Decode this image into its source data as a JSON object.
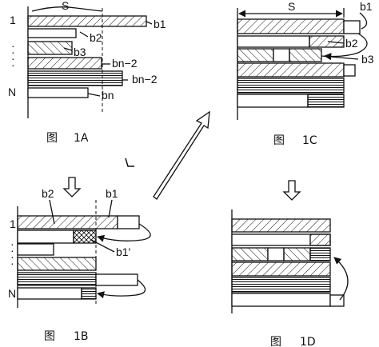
{
  "fig_1a": {
    "caption_char": "图",
    "caption_label": "1A",
    "width_label": "S",
    "row_top": "1",
    "row_bottom": "N",
    "labels": {
      "b1": "b1",
      "b2": "b2",
      "b3": "b3",
      "bn2a": "bn−2",
      "bn2b": "bn−2",
      "bn": "bn"
    }
  },
  "fig_1b": {
    "caption_char": "图",
    "caption_label": "1B",
    "row_top": "1",
    "row_bottom": "N",
    "labels": {
      "b2": "b2",
      "b1": "b1",
      "b1p": "b1'"
    }
  },
  "fig_1c": {
    "caption_char": "图",
    "caption_label": "1C",
    "width_label": "S",
    "labels": {
      "b1": "b1",
      "b2": "b2",
      "b3": "b3"
    }
  },
  "fig_1d": {
    "caption_char": "图",
    "caption_label": "1D"
  }
}
